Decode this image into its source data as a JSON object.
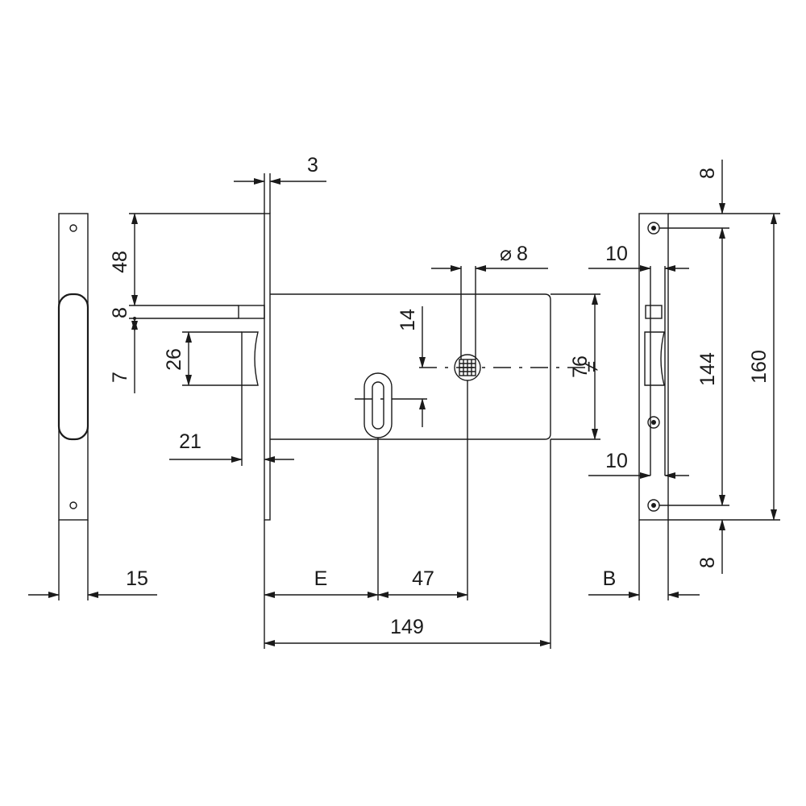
{
  "dimensions": {
    "faceplate_width": "15",
    "faceplate_thickness": "3",
    "top_to_bolt": "48",
    "bolt_height": "8",
    "bolt_gap": "7",
    "latch_height": "26",
    "latch_projection": "21",
    "spindle_size": "8",
    "keyhole_offset": "14",
    "case_height": "76",
    "backset": "E",
    "spindle_to_keyhole": "47",
    "case_depth": "149",
    "strike_margin_top": "8",
    "strike_hole_spacing": "144",
    "strike_height": "160",
    "strike_margin_bottom": "8",
    "strike_slot_top": "10",
    "strike_slot_bottom": "10",
    "strike_width": "B"
  },
  "symbols": {
    "diameter": "⌀",
    "centerline": "≠"
  }
}
